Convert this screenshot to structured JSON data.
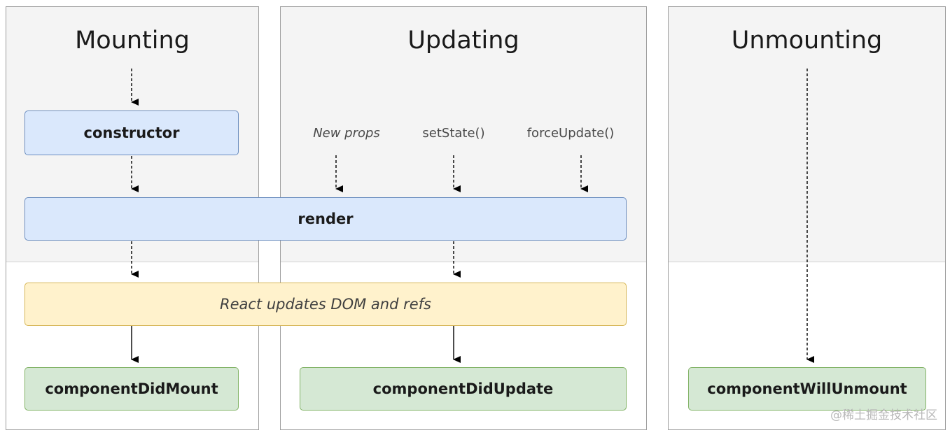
{
  "columns": {
    "mounting": {
      "title": "Mounting"
    },
    "updating": {
      "title": "Updating"
    },
    "unmounting": {
      "title": "Unmounting"
    }
  },
  "triggers": {
    "new_props": "New props",
    "set_state": "setState()",
    "force_update": "forceUpdate()"
  },
  "nodes": {
    "constructor": "constructor",
    "render": "render",
    "react_updates": "React updates DOM and refs",
    "did_mount": "componentDidMount",
    "did_update": "componentDidUpdate",
    "will_unmount": "componentWillUnmount"
  },
  "watermark": "@稀土掘金技术社区",
  "colors": {
    "phase_background": "#f4f4f4",
    "blue_fill": "#dae8fc",
    "blue_border": "#6c8ebf",
    "yellow_fill": "#fff2cc",
    "yellow_border": "#d6b656",
    "green_fill": "#d5e8d4",
    "green_border": "#82b366"
  }
}
